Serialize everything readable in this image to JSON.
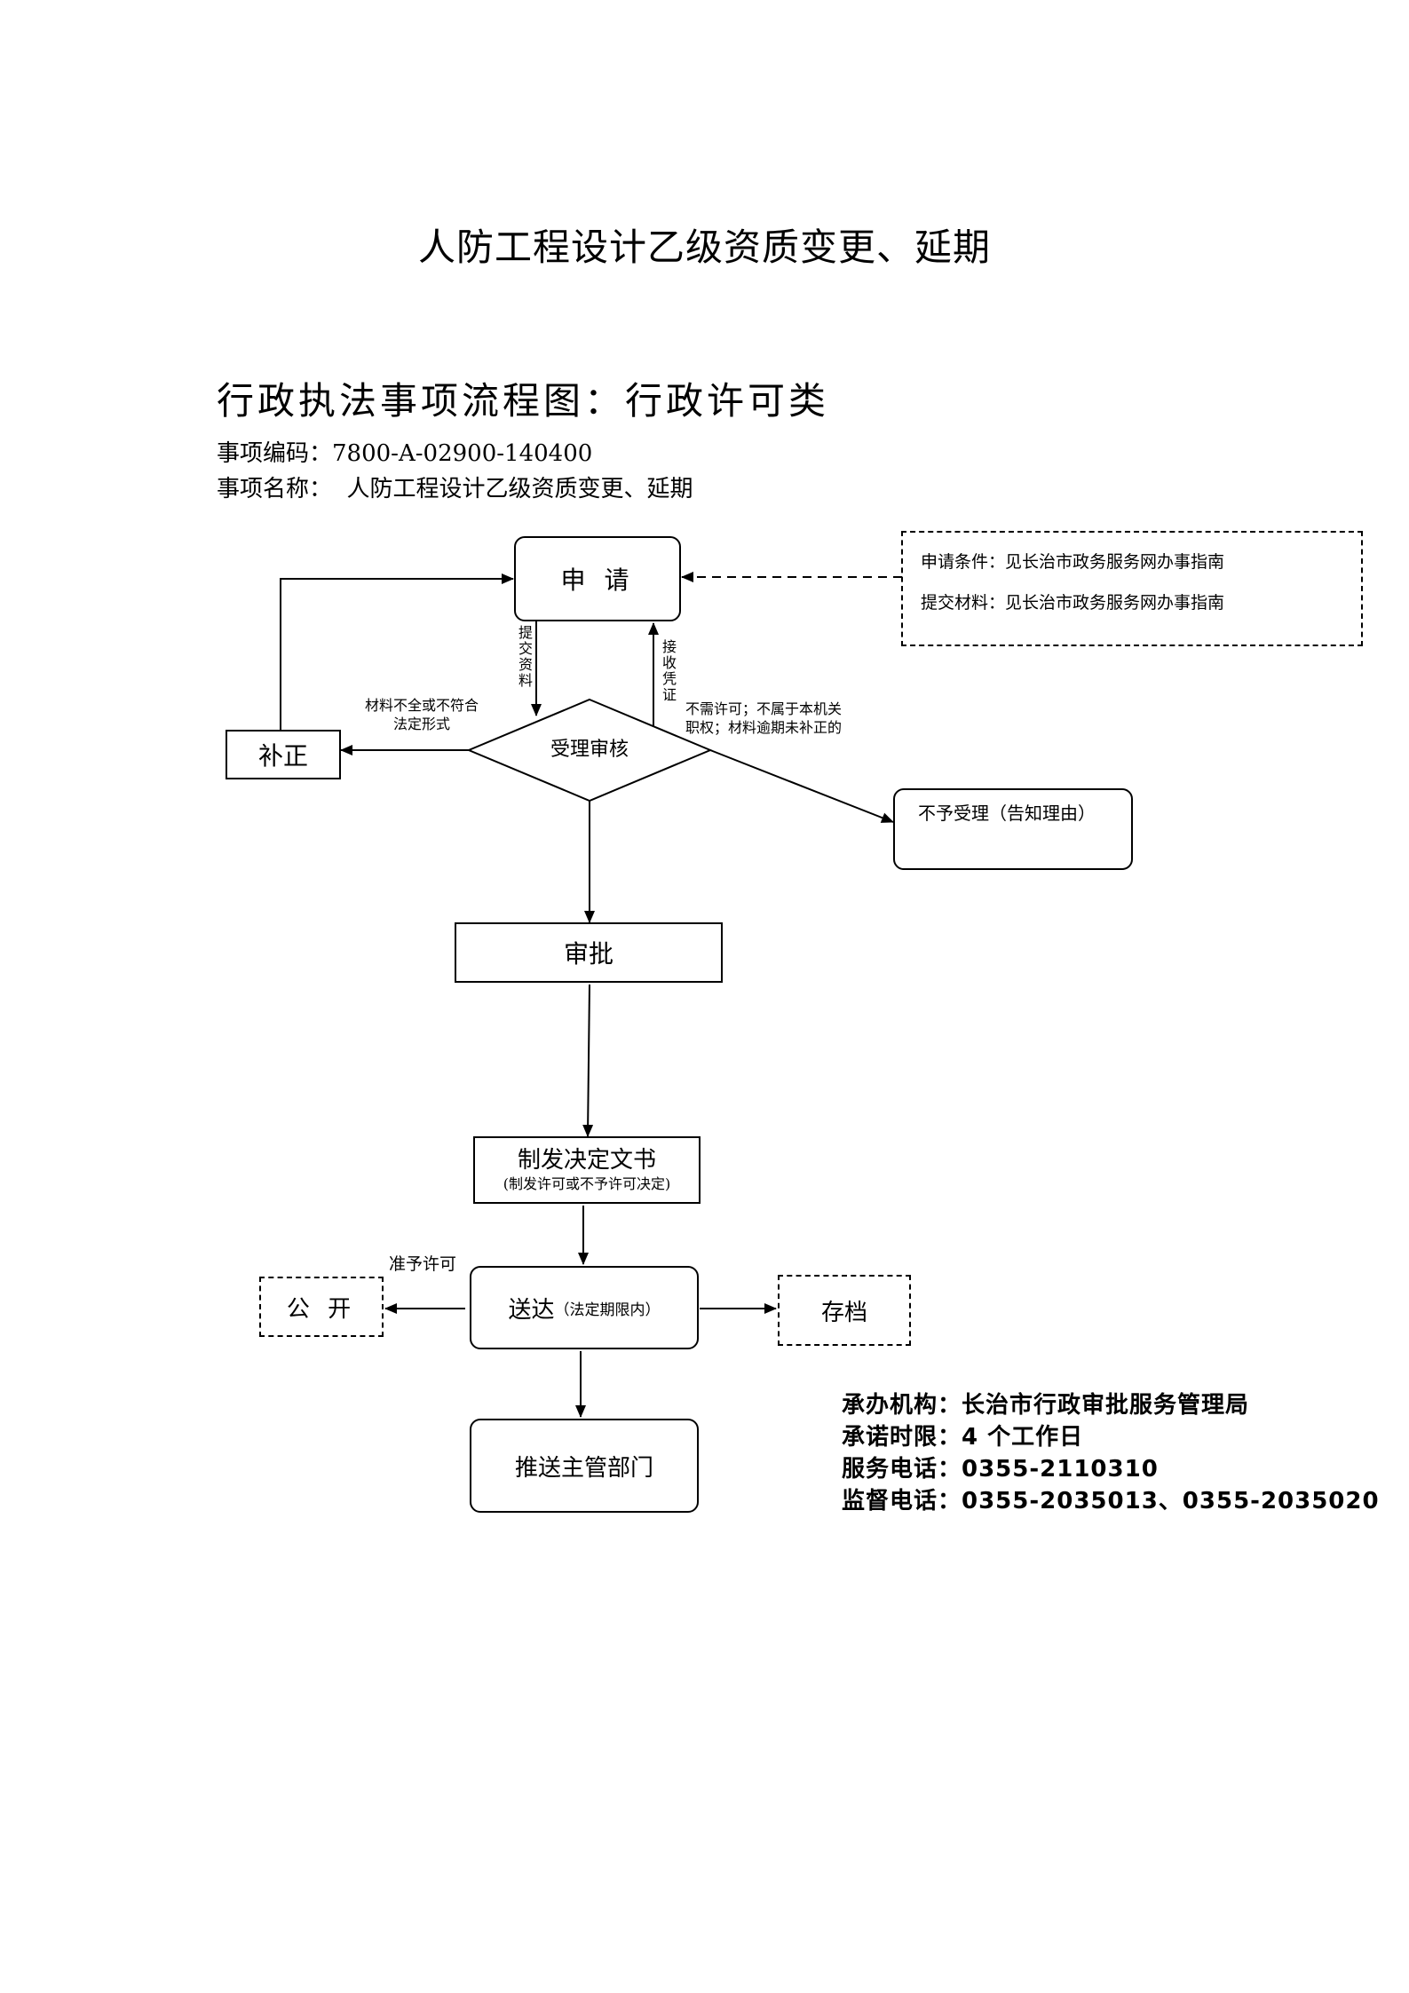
{
  "page_title": "人防工程设计乙级资质变更、延期",
  "chart_heading": "行政执法事项流程图：行政许可类",
  "item_code_label": "事项编码：",
  "item_code": "7800-A-02900-140400",
  "item_name_label": "事项名称：",
  "item_name": "人防工程设计乙级资质变更、延期",
  "nodes": {
    "apply": "申 请",
    "review": "受理审核",
    "correct": "补正",
    "reject": "不予受理（告知理由）",
    "approve": "审批",
    "issue": "制发决定文书",
    "issue_sub": "(制发许可或不予许可决定)",
    "deliver": "送达",
    "deliver_sub": "（法定期限内）",
    "public": "公 开",
    "archive": "存档",
    "push": "推送主管部门"
  },
  "conditions": {
    "line1": "申请条件：见长治市政务服务网办事指南",
    "line2": "提交材料：见长治市政务服务网办事指南"
  },
  "edge_labels": {
    "submit": "提交资料",
    "receipt": "接收凭证",
    "incomplete_1": "材料不全或不符合",
    "incomplete_2": "法定形式",
    "reject_1": "不需许可；不属于本机关",
    "reject_2": "职权；材料逾期未补正的",
    "grant": "准予许可"
  },
  "info": {
    "org": "承办机构：长治市行政审批服务管理局",
    "deadline": "承诺时限：4 个工作日",
    "phone": "服务电话：0355-2110310",
    "supervise": "监督电话：0355-2035013、0355-2035020"
  }
}
